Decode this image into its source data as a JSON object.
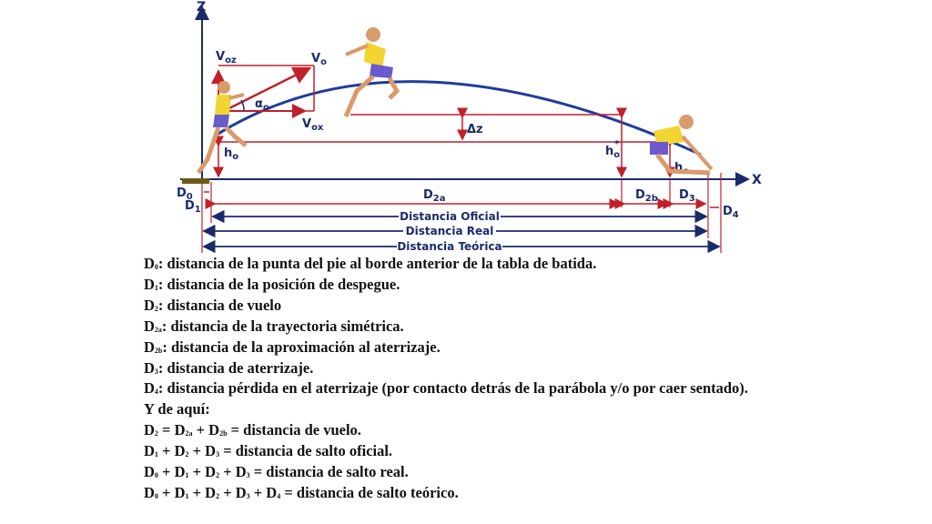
{
  "diagram": {
    "axes": {
      "z": "Z",
      "x": "X"
    },
    "velocity": {
      "v0": "V",
      "v0_sub": "o",
      "v0z": "V",
      "v0z_sub": "oz",
      "v0x": "V",
      "v0x_sub": "ox",
      "angle": "α",
      "angle_sub": "o"
    },
    "heights": {
      "h0": "h",
      "h0_sub": "o",
      "h0star": "h",
      "h0star_sub": "o",
      "h0star_sup": "*",
      "hc": "h",
      "hc_sub": "c",
      "dz": "Δz"
    },
    "distances": {
      "d0": "D",
      "d0_sub": "0",
      "d1": "D",
      "d1_sub": "1",
      "d2a": "D",
      "d2a_sub": "2a",
      "d2b": "D",
      "d2b_sub": "2b",
      "d3": "D",
      "d3_sub": "3",
      "d4": "D",
      "d4_sub": "4"
    },
    "bars": {
      "oficial": "Distancia Oficial",
      "real": "Distancia Real",
      "teorica": "Distancia Teórica"
    },
    "colors": {
      "arrow": "#c0202a",
      "trajectory": "#1f3c9b",
      "label": "#1a2b6b",
      "board": "#6b5a1a"
    }
  },
  "legend": {
    "d0": {
      "sym": "D",
      "sub": "0",
      "text": ": distancia de la punta del pie al borde anterior de la tabla de batida."
    },
    "d1": {
      "sym": "D",
      "sub": "1",
      "text": ": distancia de la posición de despegue."
    },
    "d2": {
      "sym": "D",
      "sub": "2",
      "text": ": distancia de vuelo"
    },
    "d2a": {
      "sym": "D",
      "sub": "2a",
      "text": ": distancia de la trayectoria simétrica."
    },
    "d2b": {
      "sym": "D",
      "sub": "2b",
      "text": ": distancia de la aproximación al aterrizaje."
    },
    "d3": {
      "sym": "D",
      "sub": "3",
      "text": ": distancia de aterrizaje."
    },
    "d4": {
      "sym": "D",
      "sub": "4",
      "text": ": distancia pérdida en el aterrizaje (por contacto detrás de la parábola y/o por caer sentado)."
    },
    "yaqui": "Y de aquí:",
    "eq1": {
      "lhs": "D",
      "lhs_sub": "2",
      "op1": " = D",
      "s1": "2a",
      "op2": " + D",
      "s2": "2b",
      "rest": " = distancia de vuelo."
    },
    "eq2": {
      "a": "D",
      "as": "1",
      "b": " + D",
      "bs": "2",
      "c": " + D",
      "cs": "3",
      "rest": " = distancia de salto oficial."
    },
    "eq3": {
      "a": "D",
      "as": "0",
      "b": " + D",
      "bs": "1",
      "c": " + D",
      "cs": "2",
      "d": " + D",
      "ds": "3",
      "rest": " = distancia de salto real."
    },
    "eq4": {
      "a": "D",
      "as": "0",
      "b": " + D",
      "bs": "1",
      "c": " + D",
      "cs": "2",
      "d": " + D",
      "ds": "3",
      "e": " + D",
      "es": "4",
      "rest": " = distancia de salto teórico."
    }
  }
}
